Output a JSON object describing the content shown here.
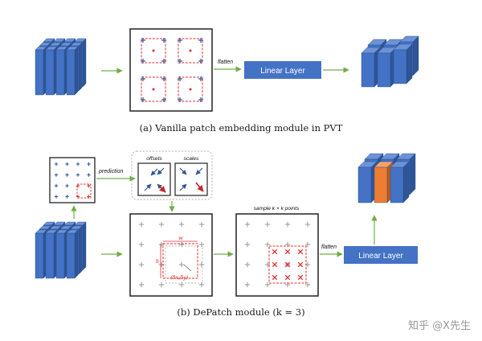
{
  "section_a": {
    "flatten_label": "flatten",
    "linear_layer_label": "Linear Layer",
    "caption": "(a)  Vanilla patch embedding module in PVT"
  },
  "section_b": {
    "prediction_label": "prediction",
    "offsets_label": "offsets",
    "scales_label": "scales",
    "w_label": "w",
    "h_label": "h",
    "delta_label": "(δx,δy)",
    "sample_label": "sample k × k points",
    "flatten_label": "flatten",
    "linear_layer_label": "Linear Layer",
    "caption": "(b)  DePatch module (k = 3)"
  },
  "watermark": "知乎 @X先生",
  "colors": {
    "cube_face": "#4472c4",
    "cube_top": "#6d93d6",
    "cube_side": "#2f5597",
    "orange": "#ed7d31",
    "linear_layer": "#4472c4",
    "arrow_green": "#70ad47",
    "dash_red": "#e03030",
    "cross_gray": "#9a9a9a",
    "cross_blue": "#2f5597"
  }
}
